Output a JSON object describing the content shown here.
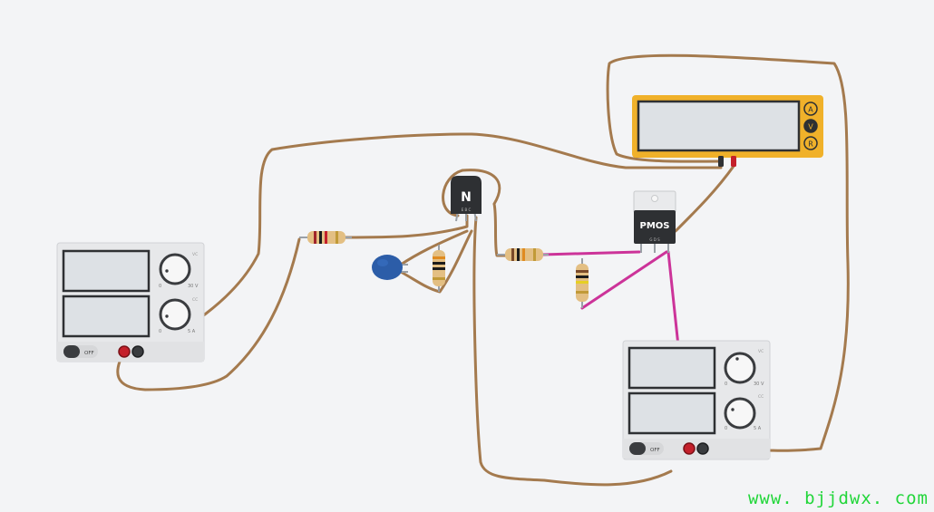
{
  "power_supply_1": {
    "knob1_label": "0",
    "knob1_max": "30 V",
    "knob2_label": "0",
    "knob2_max": "5 A",
    "ch1": "VC",
    "ch2": "CC",
    "toggle_label": "OFF"
  },
  "power_supply_2": {
    "knob1_label": "0",
    "knob1_max": "30 V",
    "knob2_label": "0",
    "knob2_max": "5 A",
    "ch1": "VC",
    "ch2": "CC",
    "toggle_label": "OFF"
  },
  "transistor": {
    "label": "N",
    "pins": "E B C"
  },
  "mosfet": {
    "label": "PMOS",
    "pins": "G D S"
  },
  "multimeter": {
    "mode_a": "A",
    "mode_v": "V",
    "mode_r": "R"
  },
  "watermark": "www. bjjdwx. com",
  "colors": {
    "wire": "#a47a4e",
    "wire_pink": "#cc3399",
    "meter_frame": "#f0b12a",
    "display": "#dde1e5",
    "device_body": "#2e3033"
  }
}
